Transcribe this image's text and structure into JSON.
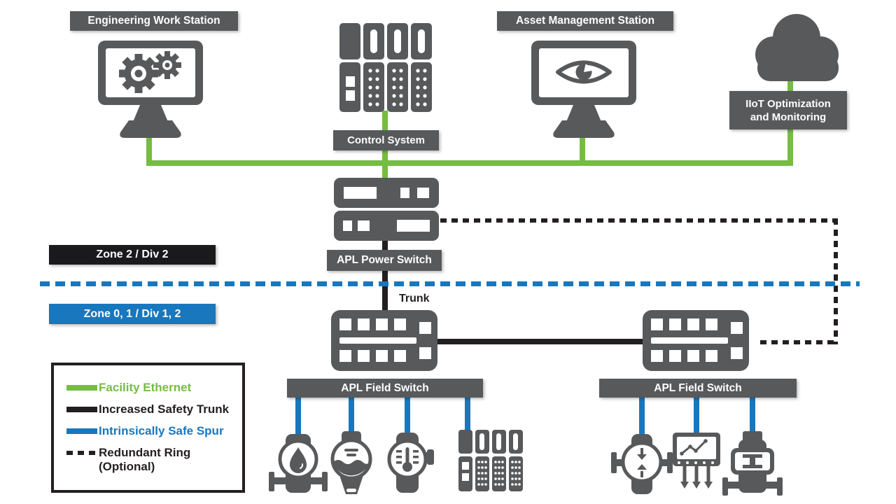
{
  "title": "APL network architecture diagram",
  "colors": {
    "device_gray": "#58595B",
    "facility_ethernet_green": "#76BC43",
    "increased_safety_trunk_black": "#231F20",
    "intrinsically_safe_spur_blue": "#1877BD",
    "zone_upper_black": "#1A1A1C",
    "zone_lower_blue": "#1877BD"
  },
  "nodes": {
    "ews": {
      "label": "Engineering Work Station"
    },
    "control_system": {
      "label": "Control System"
    },
    "ams": {
      "label": "Asset Management Station"
    },
    "iiot": {
      "label": "IIoT Optimization\nand Monitoring"
    },
    "power_switch": {
      "label": "APL Power Switch"
    },
    "field_switch_left": {
      "label": "APL Field Switch"
    },
    "field_switch_right": {
      "label": "APL Field Switch"
    }
  },
  "zones": {
    "upper": {
      "label": "Zone 2 / Div 2"
    },
    "lower": {
      "label": "Zone 0, 1 / Div 1, 2"
    }
  },
  "trunk_label": "Trunk",
  "legend": {
    "items": [
      {
        "label": "Facility Ethernet",
        "color": "#76BC43",
        "style": "solid"
      },
      {
        "label": "Increased Safety Trunk",
        "color": "#231F20",
        "style": "solid"
      },
      {
        "label": "Intrinsically Safe Spur",
        "color": "#1877BD",
        "style": "solid"
      },
      {
        "label": "Redundant Ring\n(Optional)",
        "color": "#231F20",
        "style": "dashed"
      }
    ]
  },
  "icons": {
    "ews": "monitor-with-gears-icon",
    "control_system": "plc-rack-icon",
    "ams": "monitor-with-eye-icon",
    "iiot": "cloud-icon",
    "power_switch": "rack-switch-icon",
    "field_switch": "field-switch-icon",
    "devices_left": [
      "flow-transmitter-icon",
      "level-transmitter-icon",
      "temperature-transmitter-icon",
      "remote-io-icon"
    ],
    "devices_right": [
      "pressure-transmitter-icon",
      "analyzer-icon",
      "valve-icon"
    ]
  }
}
